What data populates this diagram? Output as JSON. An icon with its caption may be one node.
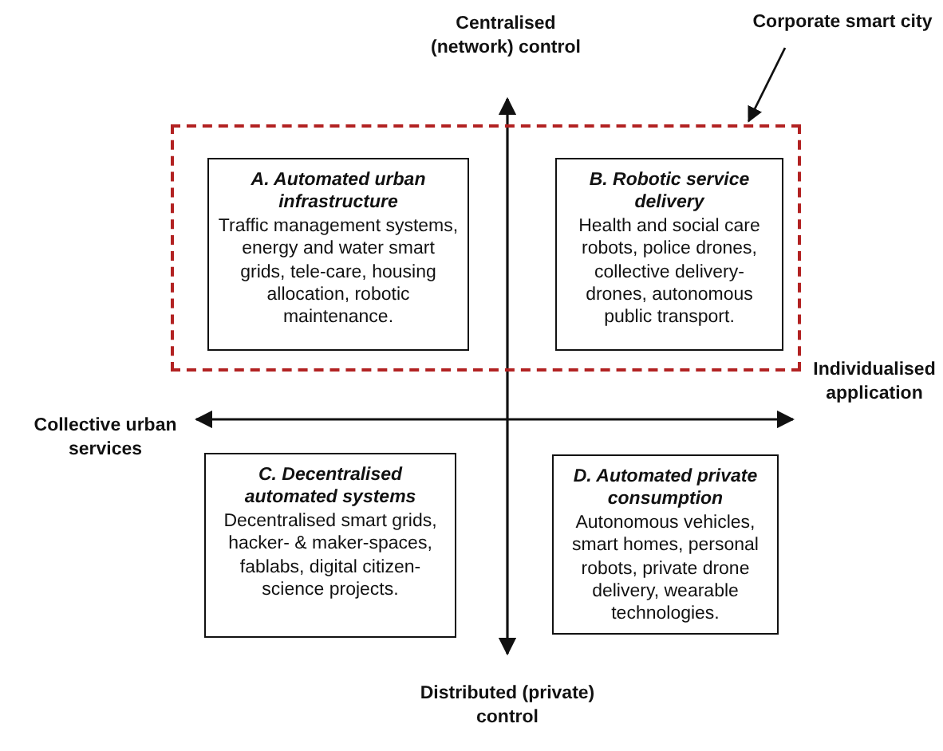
{
  "diagram": {
    "nodes": [
      {
        "text": [
          "Corporate smart city"
        ]
      },
      {
        "text": [],
        "shape": "box"
      },
      {
        "text": [
          "A. Automated urban infrastructure",
          "Traffic management systems, energy and water smart grids, tele-care, housing allocation, robotic maintenance."
        ],
        "in": 1
      },
      {
        "text": [
          "B. Robotic service delivery",
          "Health and social care robots, police drones, collective delivery-drones, autonomous public transport."
        ],
        "in": 1
      },
      {
        "text": [
          "C. Decentralised automated systems",
          "Decentralised smart grids, hacker- & maker-spaces, fablabs, digital citizen-science projects."
        ]
      },
      {
        "text": [
          "D. Automated private consumption",
          "Autonomous vehicles, smart homes, personal robots, private drone delivery, wearable technologies."
        ]
      }
    ],
    "edges": [
      {
        "from": 0,
        "to": 1,
        "arrow": "to"
      }
    ],
    "labels": [
      "Centralised (network) control",
      "Individualised application",
      "Collective urban services",
      "Distributed (private) control"
    ]
  }
}
